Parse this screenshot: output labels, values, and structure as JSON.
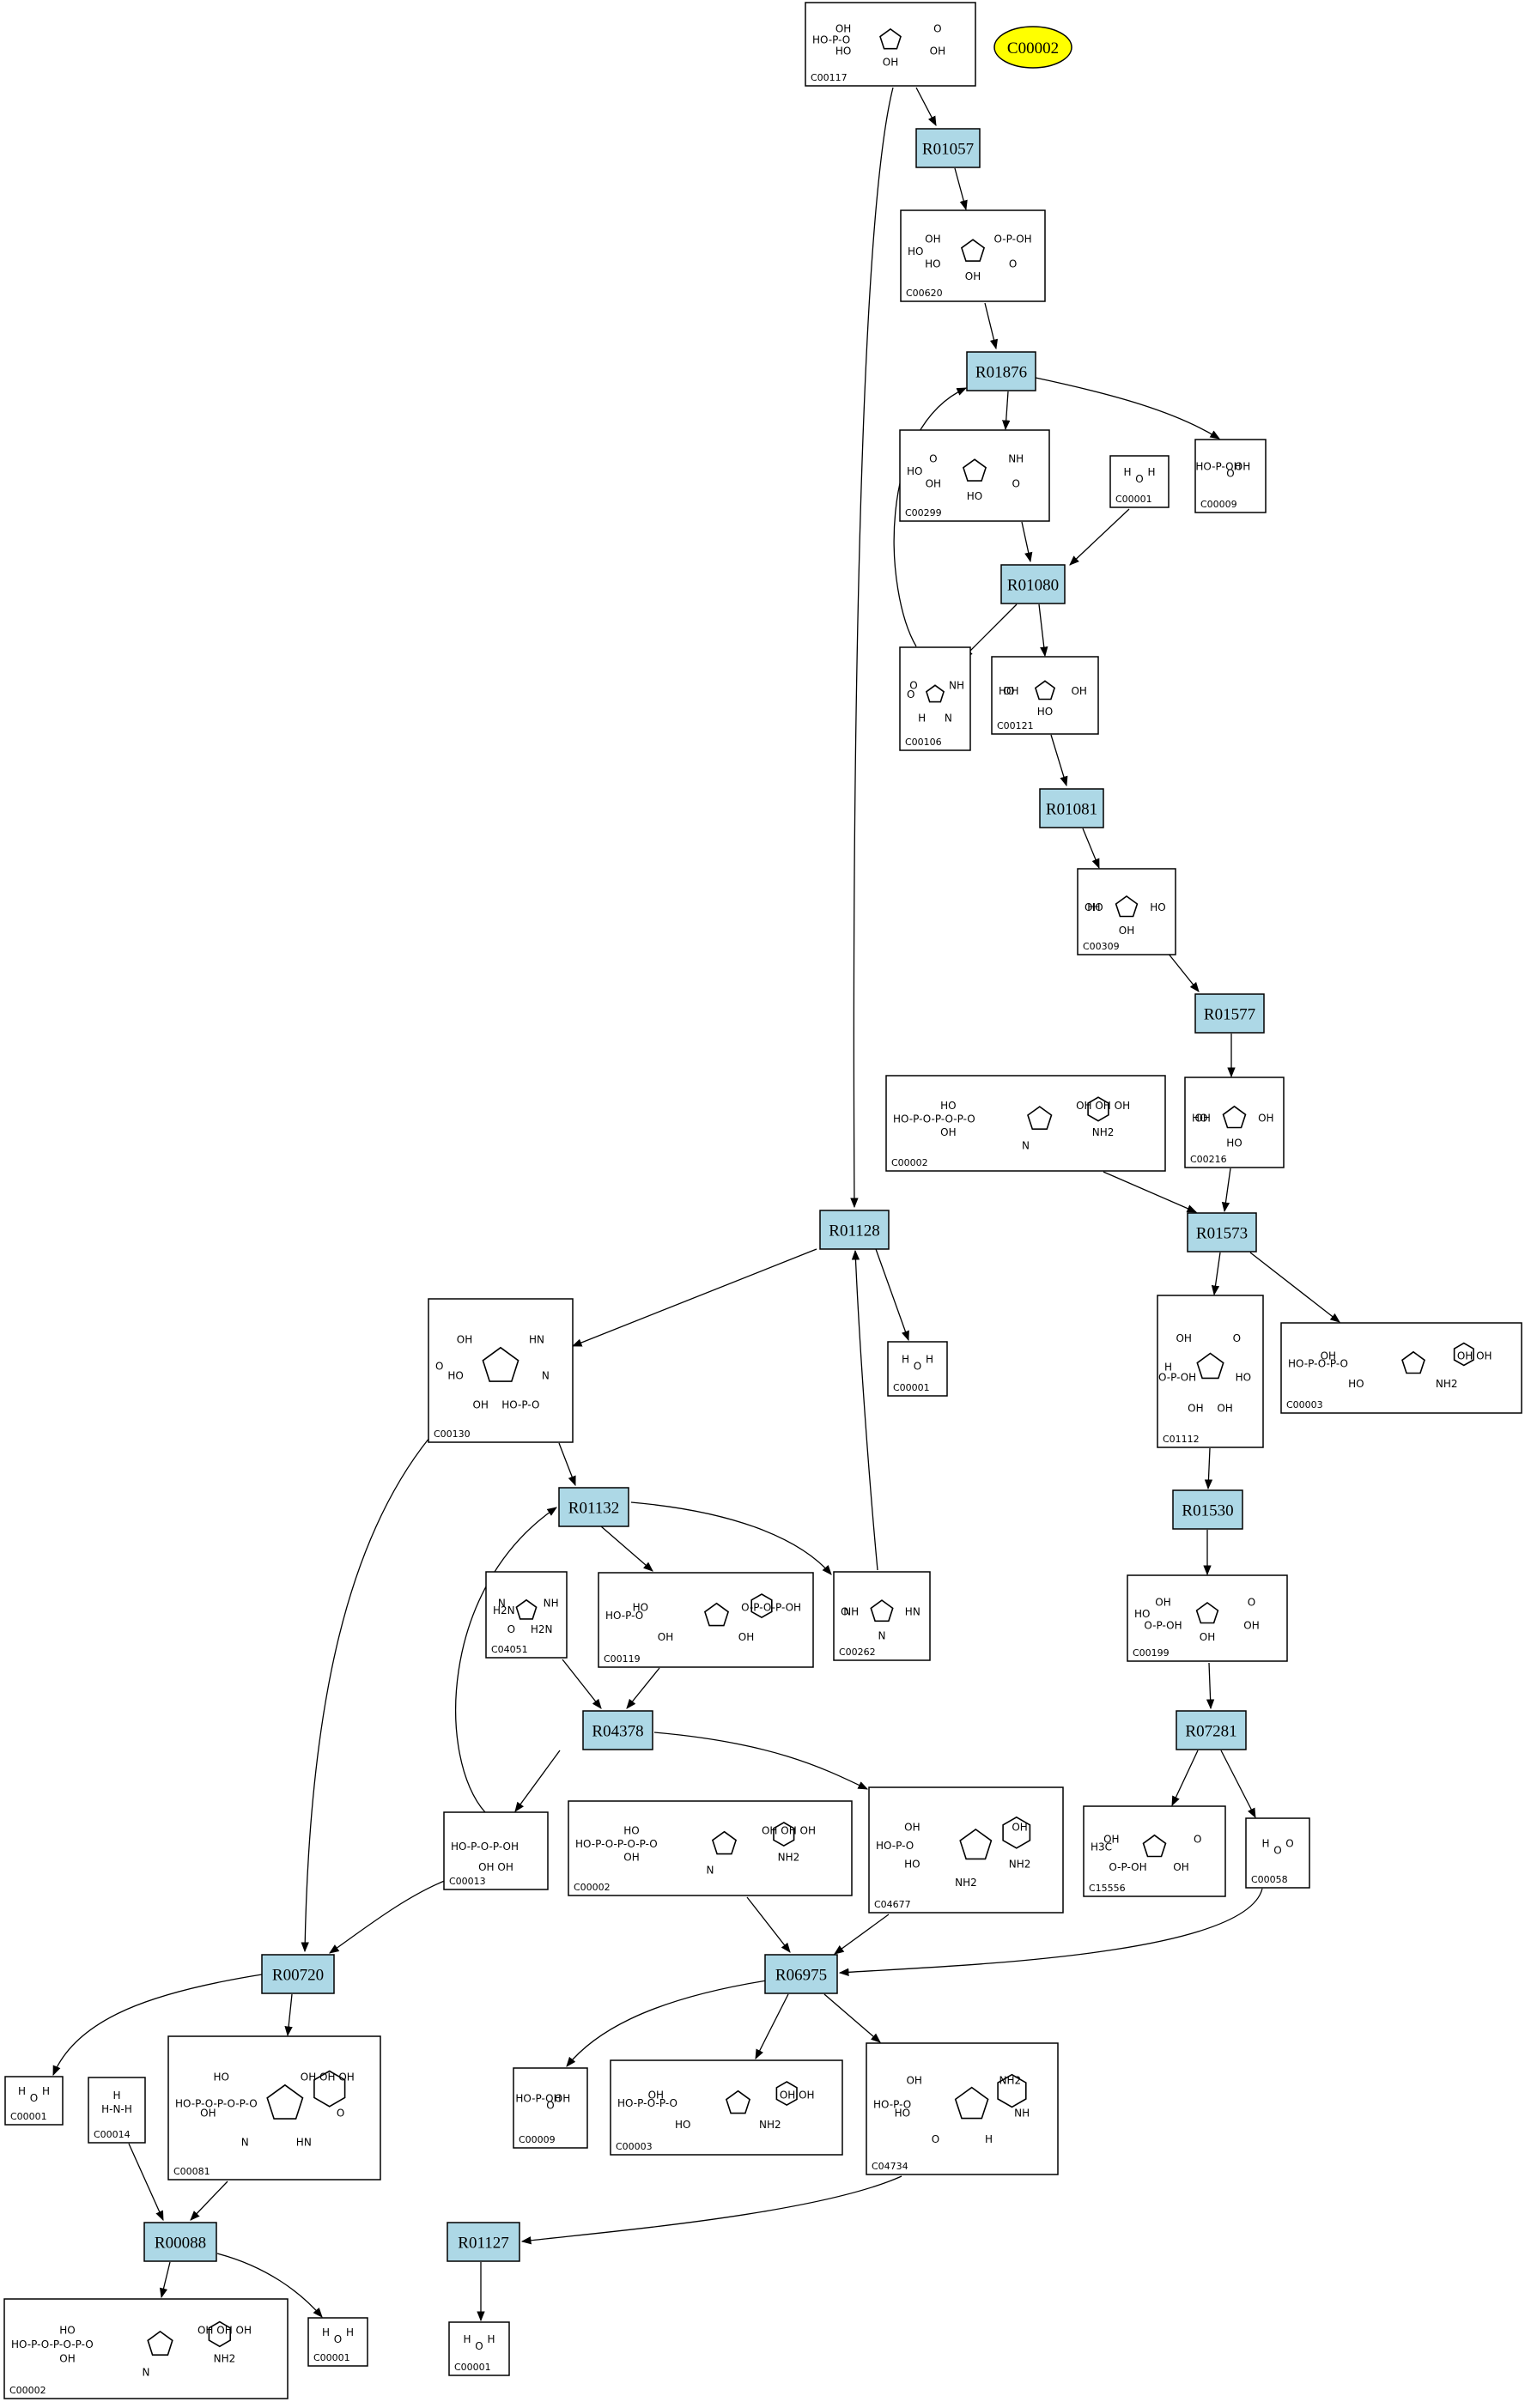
{
  "highlight": {
    "label": "C00002"
  },
  "reactions": [
    {
      "id": "R01057"
    },
    {
      "id": "R01876"
    },
    {
      "id": "R01080"
    },
    {
      "id": "R01081"
    },
    {
      "id": "R01577"
    },
    {
      "id": "R01128"
    },
    {
      "id": "R01573"
    },
    {
      "id": "R01132"
    },
    {
      "id": "R01530"
    },
    {
      "id": "R04378"
    },
    {
      "id": "R07281"
    },
    {
      "id": "R06975"
    },
    {
      "id": "R00720"
    },
    {
      "id": "R00088"
    },
    {
      "id": "R01127"
    }
  ],
  "compounds": [
    {
      "id": "C00117",
      "atoms": [
        "HO-P-O",
        "O",
        "OH",
        "OH",
        "HO",
        "OH"
      ]
    },
    {
      "id": "C00620",
      "atoms": [
        "HO",
        "O-P-OH",
        "O",
        "OH",
        "HO",
        "OH"
      ]
    },
    {
      "id": "C00299",
      "atoms": [
        "HO",
        "NH",
        "O",
        "HO",
        "OH",
        "O"
      ]
    },
    {
      "id": "C00001",
      "atoms": [
        "H",
        "O",
        "H"
      ]
    },
    {
      "id": "C00009",
      "atoms": [
        "HO-P-OH",
        "O",
        "OH"
      ]
    },
    {
      "id": "C00106",
      "atoms": [
        "O",
        "NH",
        "N",
        "H",
        "O"
      ]
    },
    {
      "id": "C00121",
      "atoms": [
        "HO",
        "OH",
        "HO",
        "OH"
      ]
    },
    {
      "id": "C00309",
      "atoms": [
        "OH",
        "HO",
        "OH",
        "HO"
      ]
    },
    {
      "id": "C00002",
      "atoms": [
        "HO-P-O-P-O-P-O",
        "OH OH OH",
        "NH2",
        "N",
        "OH",
        "HO"
      ]
    },
    {
      "id": "C00216",
      "atoms": [
        "HO",
        "OH",
        "HO",
        "OH"
      ]
    },
    {
      "id": "C00130",
      "atoms": [
        "O",
        "HN",
        "N",
        "HO-P-O",
        "OH",
        "HO",
        "OH"
      ]
    },
    {
      "id": "C00001",
      "atoms": [
        "H",
        "O",
        "H"
      ]
    },
    {
      "id": "C01112",
      "atoms": [
        "H",
        "O",
        "HO",
        "OH",
        "OH",
        "O-P-OH",
        "OH"
      ]
    },
    {
      "id": "C00003",
      "atoms": [
        "HO-P-O-P-O",
        "OH OH",
        "NH2",
        "HO",
        "OH"
      ]
    },
    {
      "id": "C04051",
      "atoms": [
        "H2N",
        "NH",
        "H2N",
        "O",
        "N"
      ]
    },
    {
      "id": "C00119",
      "atoms": [
        "HO-P-O",
        "O-P-O-P-OH",
        "OH",
        "OH",
        "HO"
      ]
    },
    {
      "id": "C00262",
      "atoms": [
        "O",
        "HN",
        "N",
        "NH"
      ]
    },
    {
      "id": "C00199",
      "atoms": [
        "HO",
        "O",
        "OH",
        "OH",
        "O-P-OH",
        "OH"
      ]
    },
    {
      "id": "C00013",
      "atoms": [
        "HO-P-O-P-OH",
        "OH OH"
      ]
    },
    {
      "id": "C00002",
      "atoms": [
        "HO-P-O-P-O-P-O",
        "OH OH OH",
        "NH2",
        "N",
        "OH",
        "HO"
      ]
    },
    {
      "id": "C04677",
      "atoms": [
        "HO-P-O",
        "OH",
        "NH2",
        "NH2",
        "HO",
        "OH"
      ]
    },
    {
      "id": "C15556",
      "atoms": [
        "H3C",
        "O",
        "OH",
        "O-P-OH",
        "OH"
      ]
    },
    {
      "id": "C00058",
      "atoms": [
        "H",
        "O",
        "O"
      ]
    },
    {
      "id": "C00001",
      "atoms": [
        "H",
        "O",
        "H"
      ]
    },
    {
      "id": "C00014",
      "atoms": [
        "H",
        "H-N-H"
      ]
    },
    {
      "id": "C00081",
      "atoms": [
        "HO-P-O-P-O-P-O",
        "OH OH OH",
        "O",
        "HN",
        "N",
        "OH",
        "HO"
      ]
    },
    {
      "id": "C00009",
      "atoms": [
        "HO-P-OH",
        "O",
        "OH"
      ]
    },
    {
      "id": "C00003",
      "atoms": [
        "HO-P-O-P-O",
        "OH OH",
        "NH2",
        "HO",
        "OH"
      ]
    },
    {
      "id": "C04734",
      "atoms": [
        "HO-P-O",
        "NH2",
        "NH",
        "H",
        "O",
        "HO",
        "OH"
      ]
    },
    {
      "id": "C00002",
      "atoms": [
        "HO-P-O-P-O-P-O",
        "OH OH OH",
        "NH2",
        "N",
        "OH",
        "HO"
      ]
    },
    {
      "id": "C00001",
      "atoms": [
        "H",
        "O",
        "H"
      ]
    },
    {
      "id": "C00001",
      "atoms": [
        "H",
        "O",
        "H"
      ]
    }
  ]
}
